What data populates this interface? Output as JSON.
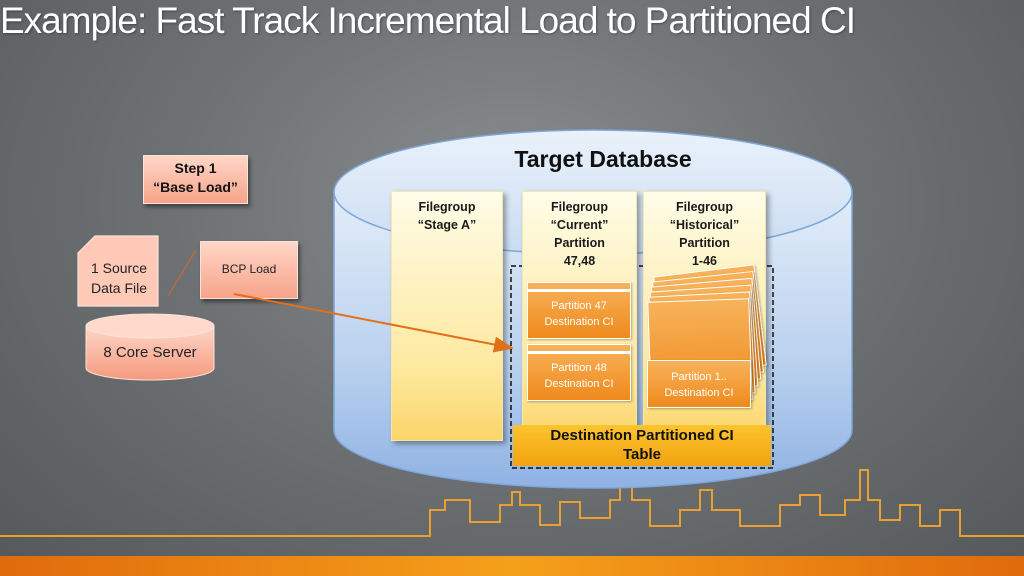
{
  "slide": {
    "title": "Example: Fast Track Incremental Load to Partitioned CI"
  },
  "step": {
    "line1": "Step 1",
    "line2": "“Base Load”"
  },
  "source_file": "1 Source\nData File",
  "bcp_load": "BCP Load",
  "server": "8 Core Server",
  "database": {
    "title": "Target Database",
    "filegroups": [
      {
        "label": "Filegroup\n“Stage A”"
      },
      {
        "label": "Filegroup\n“Current”\nPartition\n47,48"
      },
      {
        "label": "Filegroup\n“Historical”\nPartition\n1-46"
      }
    ],
    "partitions": [
      {
        "label": "Partition 47\nDestination CI"
      },
      {
        "label": "Partition 48\nDestination CI"
      },
      {
        "label": "Partition 1..\nDestination CI"
      }
    ],
    "table_label": "Destination Partitioned CI\nTable"
  },
  "colors": {
    "accent_orange": "#f0a020",
    "cylinder_blue": "#cfe0f3",
    "salmon": "#f7a489"
  }
}
